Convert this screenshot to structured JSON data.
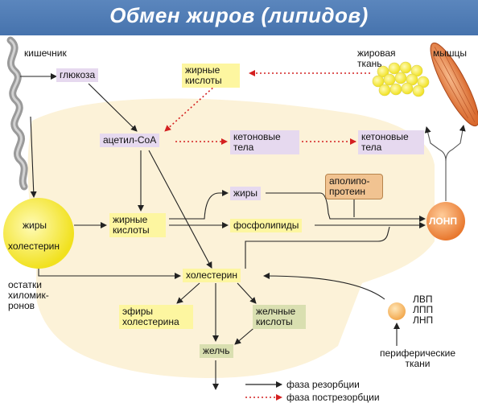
{
  "title": "Обмен жиров (липидов)",
  "labels": {
    "intestine": "кишечник",
    "glucose": "глюкоза",
    "fatty_acids_top": [
      "жирные",
      "кислоты"
    ],
    "adipose": [
      "жировая",
      "ткань"
    ],
    "muscles": "мышцы",
    "acetyl_coa": "ацетил-СоА",
    "ketone_1": [
      "кетоновые",
      "тела"
    ],
    "ketone_2": [
      "кетоновые",
      "тела"
    ],
    "apolipo": [
      "аполипо-",
      "протеин"
    ],
    "fats_mid": "жиры",
    "fats_left": "жиры",
    "cholesterol_left": "холестерин",
    "fatty_acids_mid": [
      "жирные",
      "кислоты"
    ],
    "phospholipids": "фосфолипиды",
    "lonp": "ЛОНП",
    "remnants": [
      "остатки",
      "хиломик-",
      "ронов"
    ],
    "cholesterol_mid": "холестерин",
    "esters": [
      "эфиры",
      "холестерина"
    ],
    "bile_acids": [
      "желчные",
      "кислоты"
    ],
    "lipoproteins": [
      "ЛВП",
      "ЛПП",
      "ЛНП"
    ],
    "bile": "желчь",
    "peripheral": [
      "периферические",
      "ткани"
    ]
  },
  "legend": {
    "resorption": "фаза резорбции",
    "postresorption": "фаза пострезорбции"
  },
  "colors": {
    "title_bar": "#4f7bb3",
    "yellow_box": "#fdf6a0",
    "violet_box": "#e6d9ef",
    "green_box": "#d9dfb0",
    "orange_box": "#f1c391",
    "liver_shape": "#fcf1d6",
    "postresorption_arrow": "#d42020"
  }
}
